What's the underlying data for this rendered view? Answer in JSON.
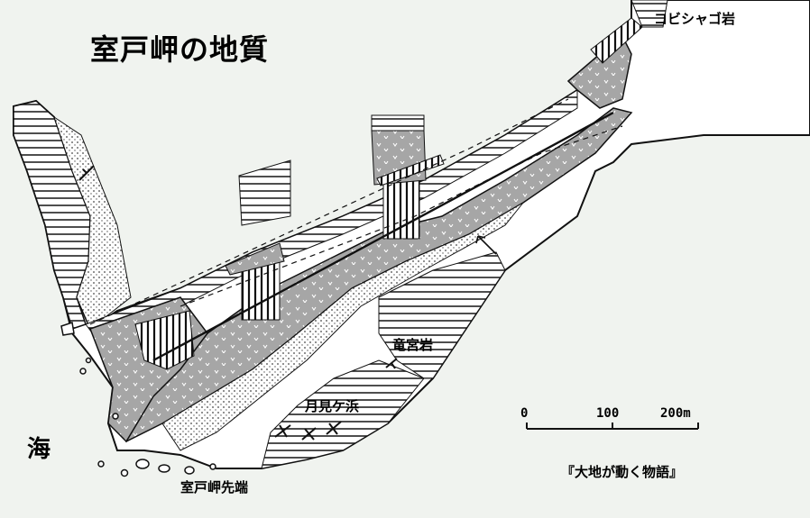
{
  "map": {
    "title": "室戸岬の地質",
    "sea_label": "海",
    "places": {
      "kobishago": "コビシャゴ岩",
      "ryugu": "竜宮岩",
      "tsukimi": "月見ケ浜",
      "cape_tip": "室戸岬先端"
    },
    "scale_bar": {
      "ticks": [
        "0",
        "100",
        "200m"
      ]
    },
    "source_credit": "『大地が動く物語』",
    "colors": {
      "land": "#ffffff",
      "sea": "#f0f3ef",
      "gray_rock": "#a6a6a6",
      "ink": "#111111"
    }
  }
}
